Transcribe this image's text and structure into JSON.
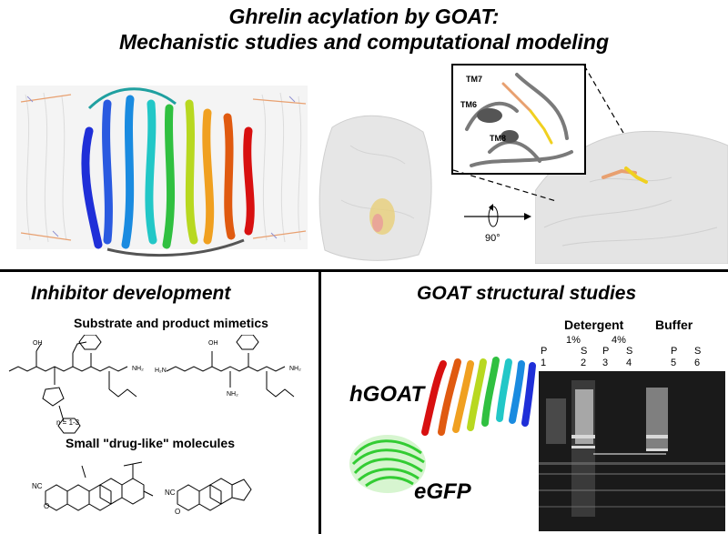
{
  "header": {
    "title_line1": "Ghrelin acylation by GOAT:",
    "title_line2": "Mechanistic studies and computational modeling"
  },
  "top_panel": {
    "inset_labels": {
      "tm7": "TM7",
      "tm6": "TM6",
      "tm8": "TM8"
    },
    "rotation_label": "90°"
  },
  "left_panel": {
    "title": "Inhibitor development",
    "subtitle1": "Substrate and product mimetics",
    "subtitle2": "Small \"drug-like\" molecules",
    "structure_labels": {
      "nh2_a": "NH₂",
      "nh2_b": "NH₂",
      "nh2_c": "H₂N",
      "nh2_d": "NH₂",
      "oh_a": "OH",
      "oh_b": "OH",
      "n_eq": "n = 1-3",
      "nc_a": "NC",
      "nc_b": "NC",
      "o_a": "O",
      "o_b": "O"
    }
  },
  "right_panel": {
    "title": "GOAT structural studies",
    "detergent_label": "Detergent",
    "buffer_label": "Buffer",
    "pct1": "1%",
    "pct2": "4%",
    "lanes": [
      {
        "letter": "P",
        "num": "1"
      },
      {
        "letter": "S",
        "num": "2"
      },
      {
        "letter": "P",
        "num": "3"
      },
      {
        "letter": "S",
        "num": "4"
      },
      {
        "letter": "P",
        "num": "5"
      },
      {
        "letter": "S",
        "num": "6"
      }
    ],
    "hgoat_label": "hGOAT",
    "egfp_label": "eGFP"
  },
  "colors": {
    "rainbow": [
      "#1f2fd8",
      "#1a8be0",
      "#22c7c7",
      "#30c040",
      "#b8d820",
      "#f0a020",
      "#e05a10",
      "#d81010"
    ],
    "surface": "#e6e6e6",
    "gel": "#1a1a1a",
    "green": "#33cc33"
  }
}
